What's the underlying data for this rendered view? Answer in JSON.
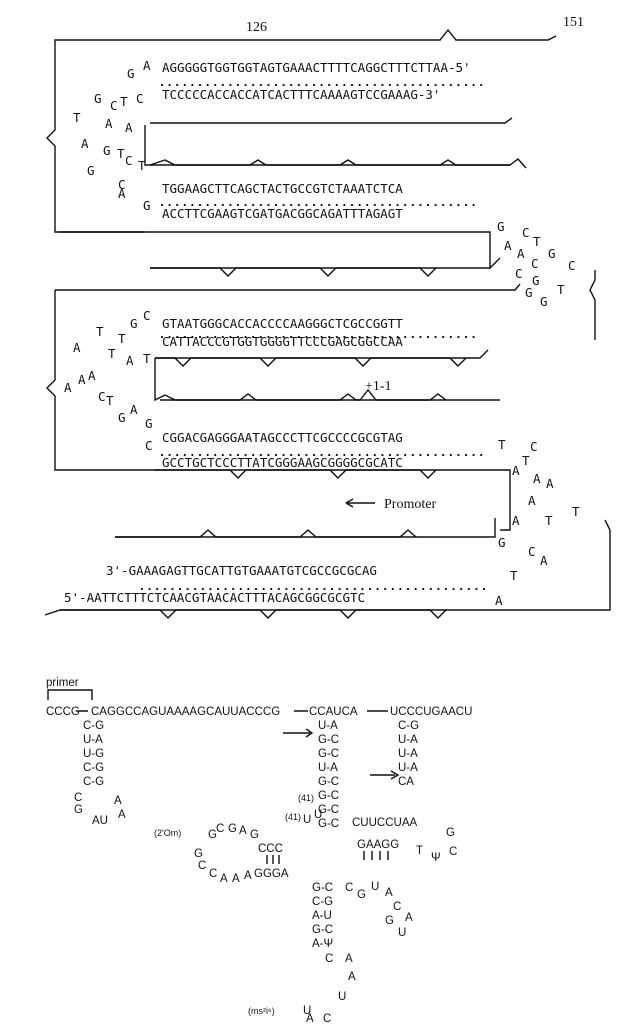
{
  "top": {
    "num_126": "126",
    "num_151": "151",
    "arm1_top": "AGGGGGTGGTGGTAGTGAAACTTTTCAGGCTTTCTTAA-5'",
    "arm1_bot": "TCCCCCACCACCATCACTTTCAAAAGTCCGAAAG-3'",
    "arm2_top": "TGGAAGCTTCAGCTACTGCCGTCTAAATCTCA",
    "arm2_bot": "ACCTTCGAAGTCGATGACGGCAGATTTAGAGT",
    "arm3_top": "GTAATGGGCACCACCCCAAGGGCTCGCCGGTT",
    "arm3_bot": "CATTACCCGTGGTGGGGTTCCCGAGCGGCCAA",
    "arm4_top": "CGGACGAGGGAATAGCCCTTCGCCCCGCGTAG",
    "arm4_bot": "GCCTGCTCCCTTATCGGGAAGCGGGGCGCATC",
    "arm5_top": "3'-GAAAGAGTTGCATTGTGAAATGTCGCCGCGCAG",
    "arm5_bot": "5'-AATTCTTTCTCAACGTAACACTTTACAGCGGCGCGTC",
    "pos": "+1-1",
    "promoter": "Promoter",
    "loopL1": [
      "A",
      "G",
      "C",
      "T",
      "G",
      "C",
      "T",
      "A",
      "A",
      "T",
      "A",
      "G",
      "G",
      "C",
      "C",
      "T",
      "G",
      "A"
    ],
    "loopR1": [
      "G",
      "C",
      "A",
      "T",
      "G",
      "C",
      "C",
      "G",
      "T",
      "G",
      "A",
      "C",
      "G"
    ],
    "loopL2": [
      "C",
      "G",
      "T",
      "T",
      "A",
      "T",
      "A",
      "A",
      "T",
      "A",
      "C",
      "A",
      "T",
      "G",
      "G",
      "A",
      "C"
    ],
    "loopR2": [
      "T",
      "C",
      "A",
      "T",
      "A",
      "A",
      "T",
      "A",
      "T",
      "A",
      "G",
      "C",
      "A",
      "T",
      "A"
    ]
  },
  "trna": {
    "primer": "primer",
    "line1_a": "CCCG",
    "line1_b": "CAGGCCAGUAAAAGCAUUACCCG",
    "line1_c": "CCAUCA",
    "line1_d": "UCCCUGAACU",
    "stem1": [
      "C-G",
      "U-A",
      "U-G",
      "C-G",
      "C-G"
    ],
    "loop1": [
      "C",
      "A",
      "G",
      "A",
      "AU"
    ],
    "stem2": [
      "U-A",
      "G-C",
      "G-C",
      "U-A",
      "G-C",
      "G-C",
      "G-C",
      "G-C"
    ],
    "stem3": [
      "C-G",
      "U-A",
      "U-A",
      "U-A",
      "CA"
    ],
    "mid_top": "CUUCCUAA",
    "mid_bot": "GAAGG",
    "t_loop": [
      "G",
      "C",
      "Ψ",
      "T"
    ],
    "n41a": "(41)",
    "n41b": "(41)",
    "uu": [
      "U",
      "U"
    ],
    "om": "(2'Om)",
    "d_top": [
      "G",
      "C",
      "G",
      "A",
      "G"
    ],
    "d_left": [
      "G",
      "C",
      "C",
      "A",
      "A",
      "A"
    ],
    "ccc": "CCC",
    "ggg": "GGGA",
    "anti_stem": [
      "G-C",
      "C-G",
      "A-U",
      "G-C",
      "A-Ψ"
    ],
    "var_loop": [
      "C",
      "G",
      "U",
      "A",
      "C",
      "A",
      "G",
      "U"
    ],
    "anti_loop": [
      "C",
      "A",
      "A",
      "U",
      "C",
      "A"
    ],
    "ms": "(ms²i⁶)",
    "ms_u": "U"
  }
}
